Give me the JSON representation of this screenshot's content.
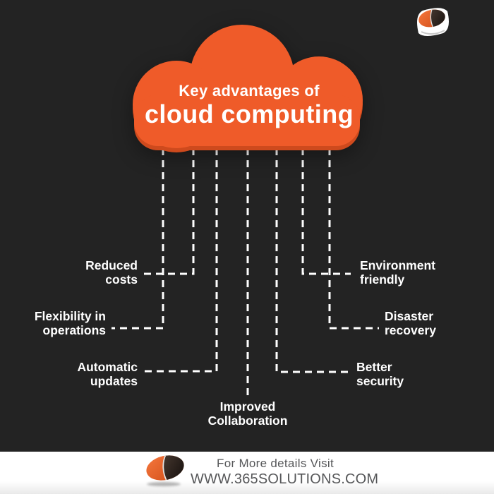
{
  "meta": {
    "background_color": "#232323",
    "cloud_orange": "#EF5B29",
    "cloud_orange_dark": "#CE4A1D",
    "line_color": "#FFFFFF",
    "footer_text_color": "#565759"
  },
  "cloud": {
    "title_line1": "Key advantages of",
    "title_line2": "cloud computing"
  },
  "advantages": [
    {
      "id": "reduced-costs",
      "label": "Reduced\ncosts"
    },
    {
      "id": "flexibility-operations",
      "label": "Flexibility in\noperations"
    },
    {
      "id": "automatic-updates",
      "label": "Automatic\nupdates"
    },
    {
      "id": "improved-collaboration",
      "label": "Improved\nCollaboration"
    },
    {
      "id": "environment-friendly",
      "label": "Environment\nfriendly"
    },
    {
      "id": "disaster-recovery",
      "label": "Disaster\nrecovery"
    },
    {
      "id": "better-security",
      "label": "Better\nsecurity"
    }
  ],
  "footer": {
    "line1": "For More details Visit",
    "line2": "WWW.365SOLUTIONS.COM"
  },
  "icons": {
    "brand_logo": "365solutions-leaf-logo"
  }
}
